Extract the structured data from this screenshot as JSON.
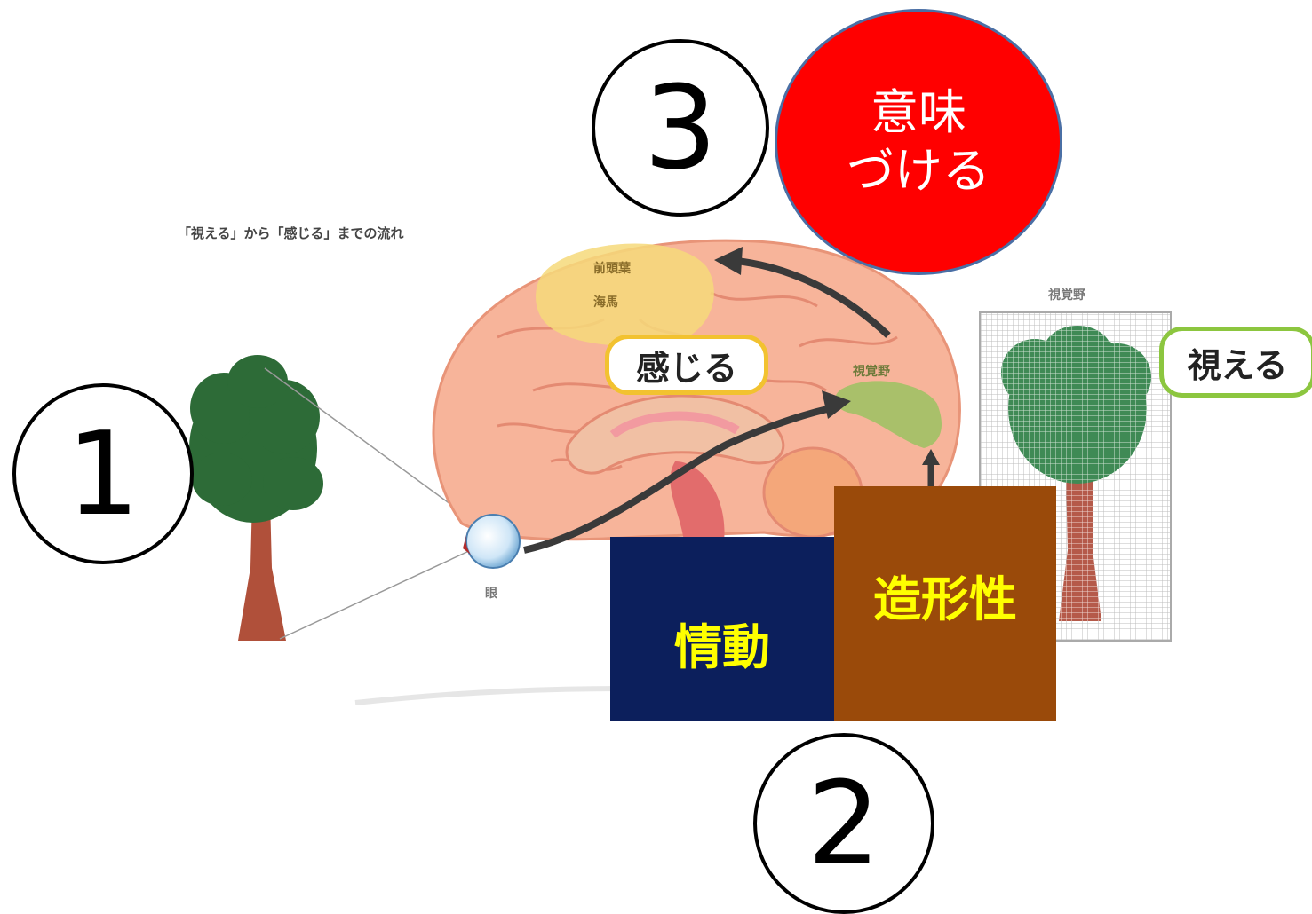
{
  "caption": "「視える」から「感じる」までの流れ",
  "markers": {
    "one": "①",
    "two": "②",
    "three": "③"
  },
  "meaning_circle": {
    "line1": "意味",
    "line2": "づける",
    "color": "#ff0000"
  },
  "boxes": {
    "emotion": {
      "label": "情動",
      "color": "#0c1f5c"
    },
    "form": {
      "label": "造形性",
      "color": "#9a4a0a"
    }
  },
  "labels": {
    "feel": "感じる",
    "see": "視える",
    "prefrontal_line1": "前頭葉",
    "prefrontal_line2": "海馬",
    "visual_cortex": "視覚野",
    "visual_cortex_panel": "視覚野",
    "eye": "眼"
  },
  "icons": [
    "tree-icon",
    "brain-illustration",
    "eye-icon",
    "pixelated-tree-icon",
    "arrow-icon"
  ]
}
